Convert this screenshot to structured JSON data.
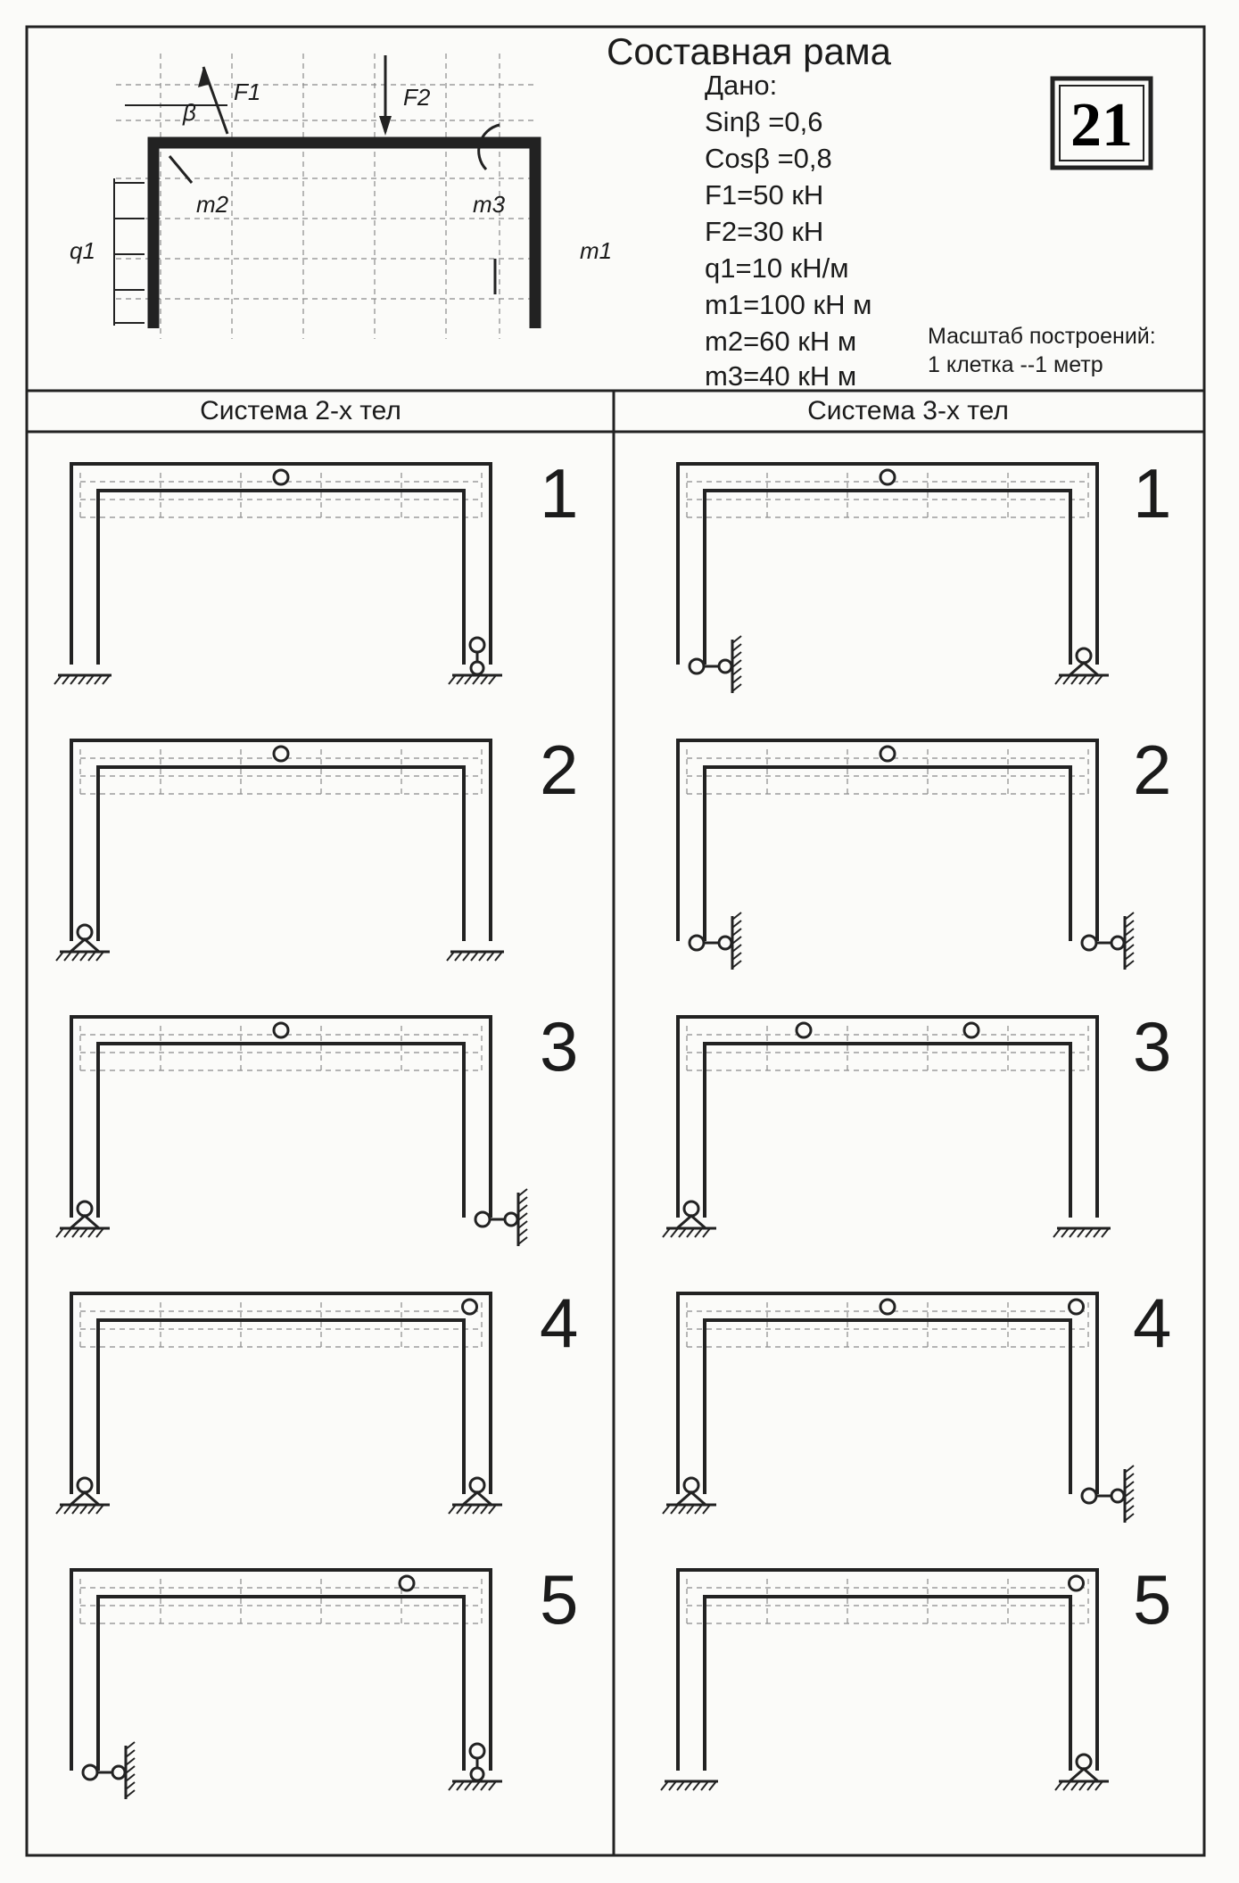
{
  "header": {
    "title": "Составная рама",
    "given_label": "Дано:",
    "given": [
      "Sinβ =0,6",
      "Cosβ =0,8",
      "F1=50 кН",
      "F2=30 кН",
      "q1=10 кН/м",
      "m1=100 кН м",
      "m2=60 кН м",
      "m3=40 кН м"
    ],
    "scale_line1": "Масштаб построений:",
    "scale_line2": "1 клетка --1 метр",
    "variant": "21"
  },
  "loading_diagram": {
    "labels": {
      "beta": "β",
      "F1": "F1",
      "F2": "F2",
      "m1": "m1",
      "m2": "m2",
      "m3": "m3",
      "q1": "q1"
    }
  },
  "columns": {
    "left_title": "Система 2-х тел",
    "right_title": "Система 3-х тел"
  },
  "schemes_left": [
    {
      "number": "1",
      "hinges": [
        0.5
      ],
      "supports": [
        "fixed",
        "roller"
      ]
    },
    {
      "number": "2",
      "hinges": [
        0.5
      ],
      "supports": [
        "pin",
        "fixed"
      ]
    },
    {
      "number": "3",
      "hinges": [
        0.5
      ],
      "supports": [
        "pin",
        "roller-wall"
      ]
    },
    {
      "number": "4",
      "hinges": [
        0.95
      ],
      "supports": [
        "pin",
        "pin"
      ]
    },
    {
      "number": "5",
      "hinges": [
        0.8
      ],
      "supports": [
        "roller-wall",
        "roller"
      ]
    }
  ],
  "schemes_right": [
    {
      "number": "1",
      "hinges": [
        0.5
      ],
      "supports": [
        "roller-wall",
        "pin"
      ]
    },
    {
      "number": "2",
      "hinges": [
        0.5
      ],
      "supports": [
        "roller-wall",
        "roller-wall"
      ]
    },
    {
      "number": "3",
      "hinges": [
        0.3,
        0.7
      ],
      "supports": [
        "pin",
        "fixed"
      ]
    },
    {
      "number": "4",
      "hinges": [
        0.5,
        0.95
      ],
      "supports": [
        "pin",
        "roller-wall"
      ]
    },
    {
      "number": "5",
      "hinges": [
        0.95
      ],
      "supports": [
        "fixed",
        "pin"
      ]
    }
  ],
  "colors": {
    "ink": "#222222",
    "paper": "#fbfbf9",
    "grid": "#8a8a8a"
  }
}
